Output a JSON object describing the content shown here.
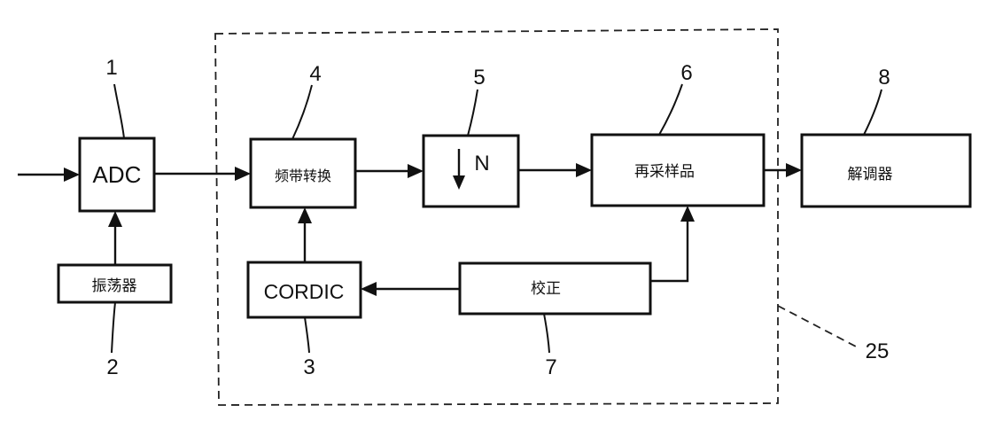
{
  "blocks": {
    "adc": "ADC",
    "band_conversion": "频带转换",
    "decimator": "N",
    "resampler": "再采样品",
    "demodulator": "解调器",
    "oscillator": "振荡器",
    "cordic": "CORDIC",
    "correction": "校正"
  },
  "labels": {
    "n1": "1",
    "n2": "2",
    "n3": "3",
    "n4": "4",
    "n5": "5",
    "n6": "6",
    "n7": "7",
    "n8": "8",
    "n25": "25"
  }
}
